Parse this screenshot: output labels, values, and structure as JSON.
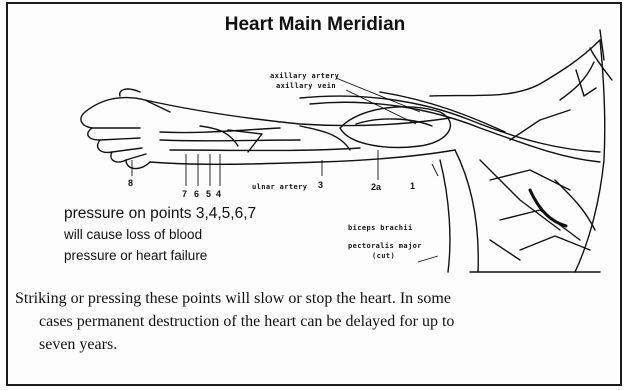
{
  "figure": {
    "title": "Heart Main Meridian",
    "labels": {
      "axillary_artery": "axillary artery",
      "axillary_vein": "axillary vein",
      "ulnar_artery": "ulnar artery",
      "biceps": "biceps brachii",
      "pectoralis": "pectoralis major",
      "cut": "(cut)"
    },
    "points": {
      "p8": "8",
      "p7": "7",
      "p6": "6",
      "p5": "5",
      "p4": "4",
      "p3": "3",
      "p2": "2a",
      "p1": "1"
    },
    "note": {
      "line1": "pressure on points 3,4,5,6,7",
      "line2": "will cause loss of blood",
      "line3": "pressure or heart failure"
    }
  },
  "caption": {
    "line1": "Striking or pressing these points will slow or stop the heart. In some",
    "line2": "cases permanent destruction of the heart can be delayed for up to",
    "line3": "seven years."
  }
}
